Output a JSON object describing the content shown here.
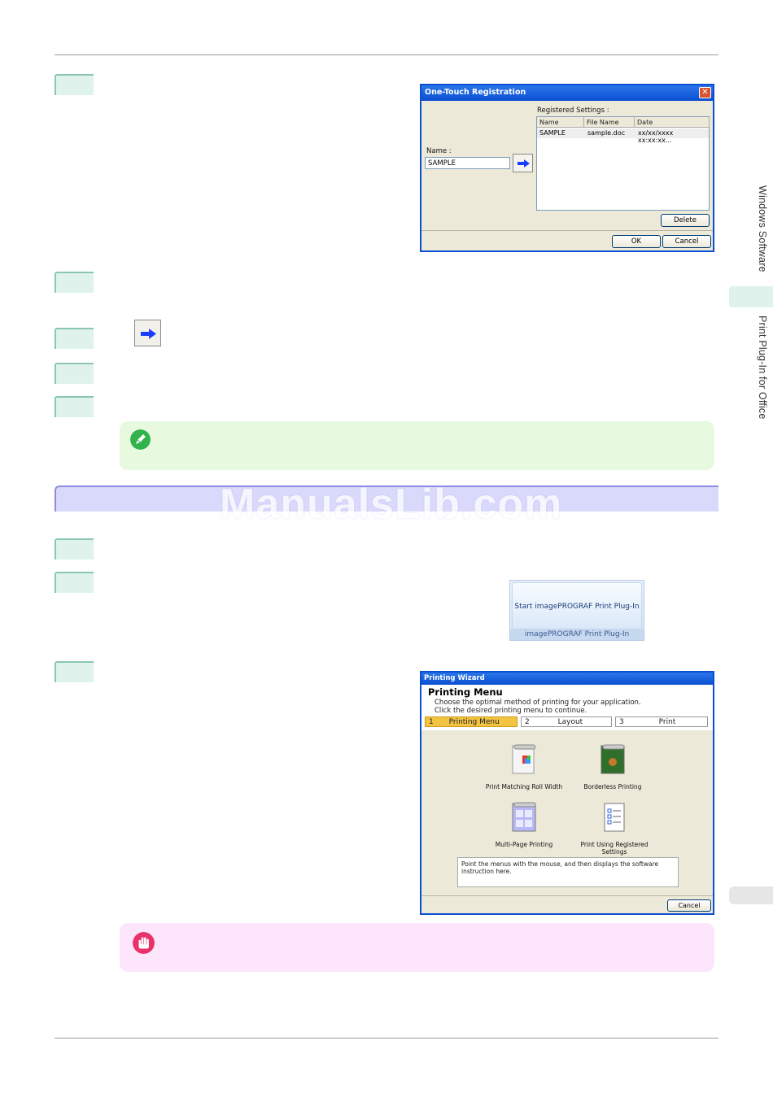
{
  "watermark": "ManualsLib.com",
  "side_nav": {
    "section_1": "Windows Software",
    "section_2": "Print Plug-In for Office"
  },
  "one_touch_dialog": {
    "title": "One-Touch Registration",
    "registered_label": "Registered Settings :",
    "name_label": "Name :",
    "name_value": "SAMPLE",
    "columns": [
      "Name",
      "File Name",
      "Date"
    ],
    "rows": [
      {
        "name": "SAMPLE",
        "file": "sample.doc",
        "date": "xx/xx/xxxx xx:xx:xx..."
      }
    ],
    "delete_label": "Delete",
    "ok_label": "OK",
    "cancel_label": "Cancel"
  },
  "ribbon": {
    "button_label": "Start imagePROGRAF Print Plug-In",
    "group_label": "imagePROGRAF Print Plug-In"
  },
  "wizard": {
    "title": "Printing Wizard",
    "heading": "Printing Menu",
    "line1": "Choose the optimal method of printing for your application.",
    "line2": "Click the desired printing menu to continue.",
    "steps": [
      {
        "num": "1",
        "label": "Printing Menu"
      },
      {
        "num": "2",
        "label": "Layout"
      },
      {
        "num": "3",
        "label": "Print"
      }
    ],
    "items": [
      {
        "label": "Print Matching Roll Width",
        "icon": "roll-width-icon"
      },
      {
        "label": "Borderless Printing",
        "icon": "borderless-icon"
      },
      {
        "label": "Multi-Page Printing",
        "icon": "multi-page-icon"
      },
      {
        "label": "Print Using Registered Settings",
        "icon": "registered-settings-icon"
      }
    ],
    "info_text": "Point the menus with the mouse, and then displays the software instruction here.",
    "cancel_label": "Cancel"
  },
  "colors": {
    "step_marker": "#dff3ec",
    "note_green": "#e7f9de",
    "note_pink": "#fde6fb",
    "section_bar": "#d9d9fb",
    "xp_title": "#0a4fd1"
  }
}
